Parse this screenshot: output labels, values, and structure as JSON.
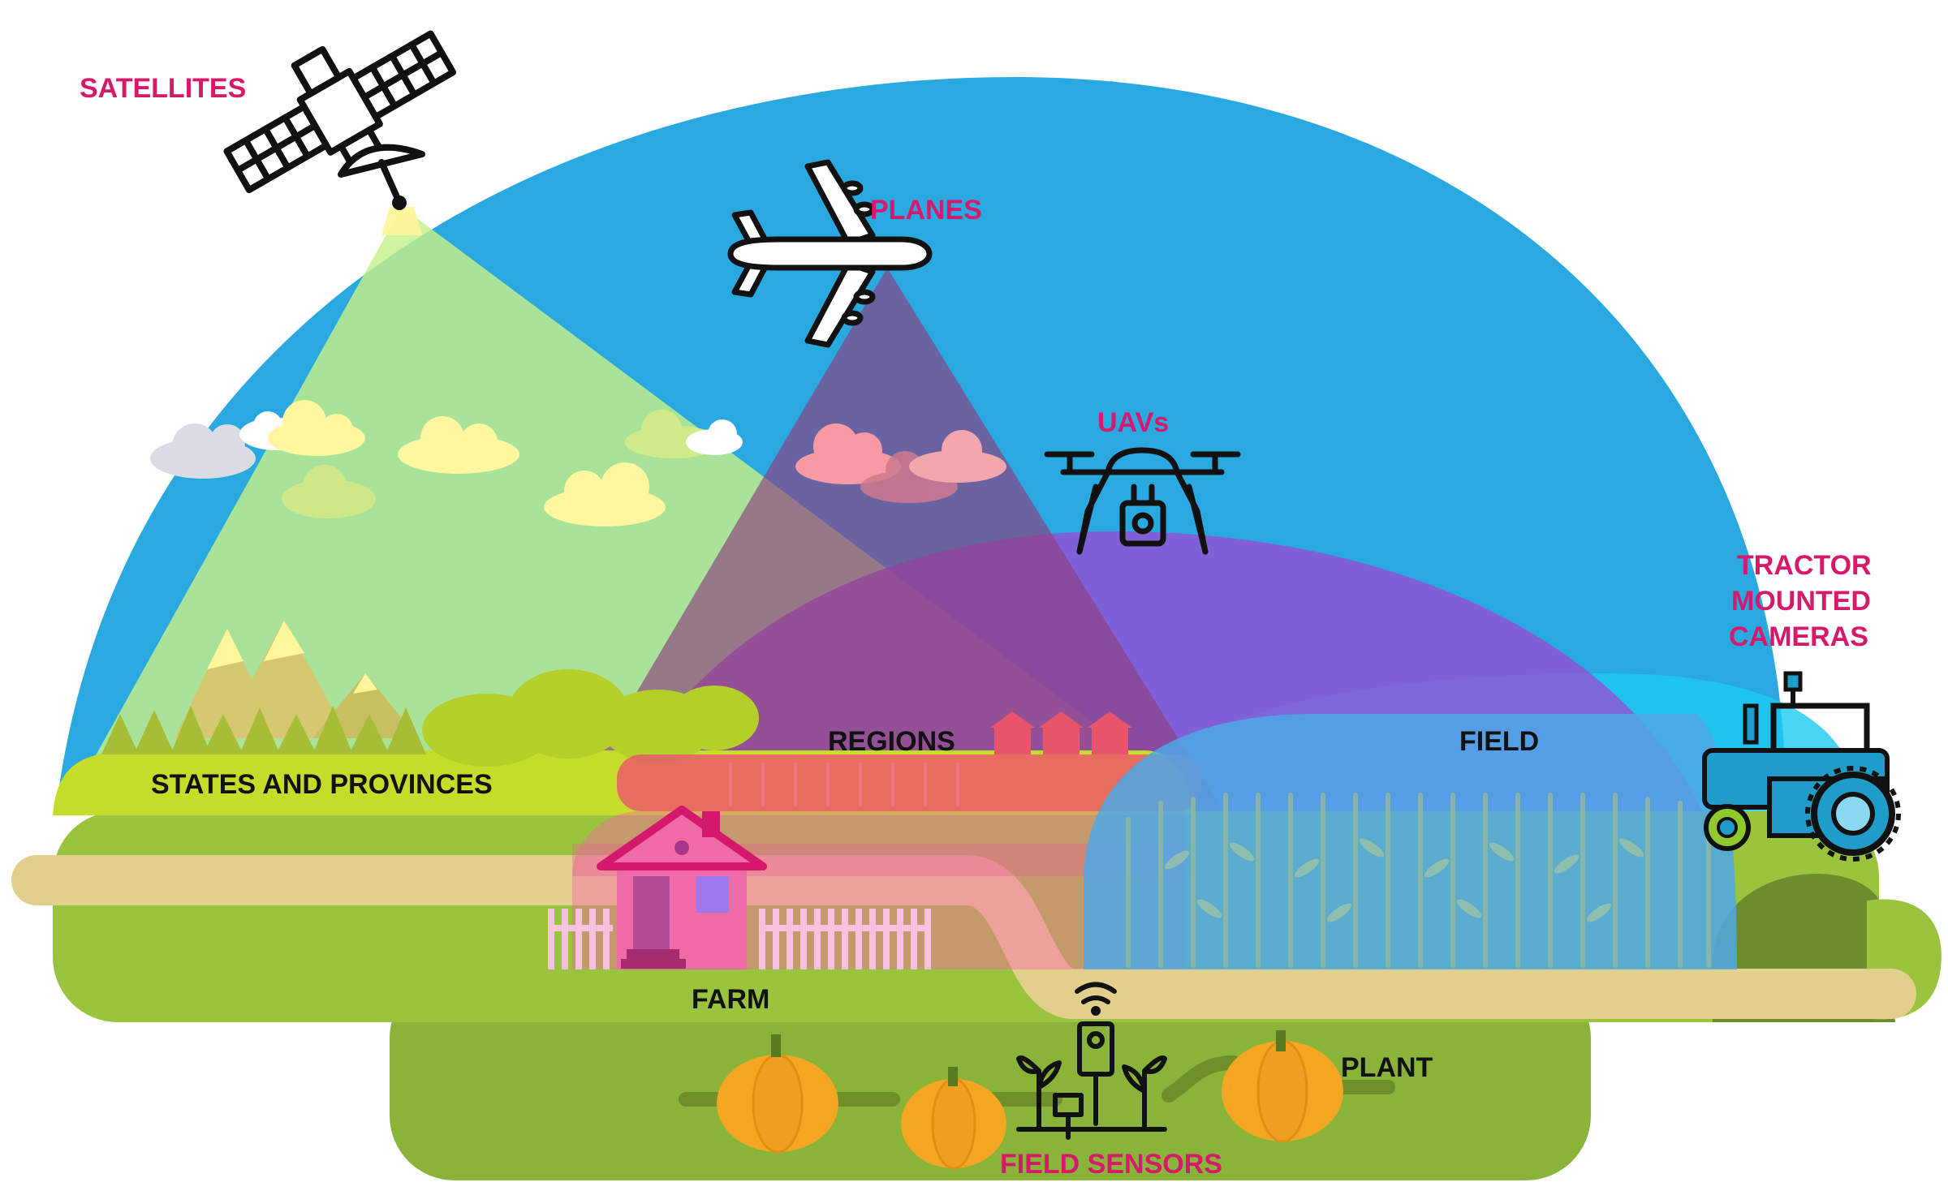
{
  "labels": {
    "satellites": "SATELLITES",
    "planes": "PLANES",
    "uavs": "UAVs",
    "tractor_line1": "TRACTOR",
    "tractor_line2": "MOUNTED",
    "tractor_line3": "CAMERAS",
    "states": "STATES AND PROVINCES",
    "regions": "REGIONS",
    "field": "FIELD",
    "farm": "FARM",
    "plant": "PLANT",
    "field_sensors": "FIELD SENSORS"
  },
  "colors": {
    "sky_dome": "#2aa8e0",
    "satellite_cone": "#c6f08a",
    "plane_cone": "#8a4e8a",
    "uav_dome": "#9b4bd8",
    "tractor_dome": "#19c8ee",
    "label_accent": "#d6196b",
    "label_dark": "#111111",
    "ground_green": "#8db33a",
    "path_tan": "#e2cf8c",
    "pumpkin": "#f5a623"
  }
}
